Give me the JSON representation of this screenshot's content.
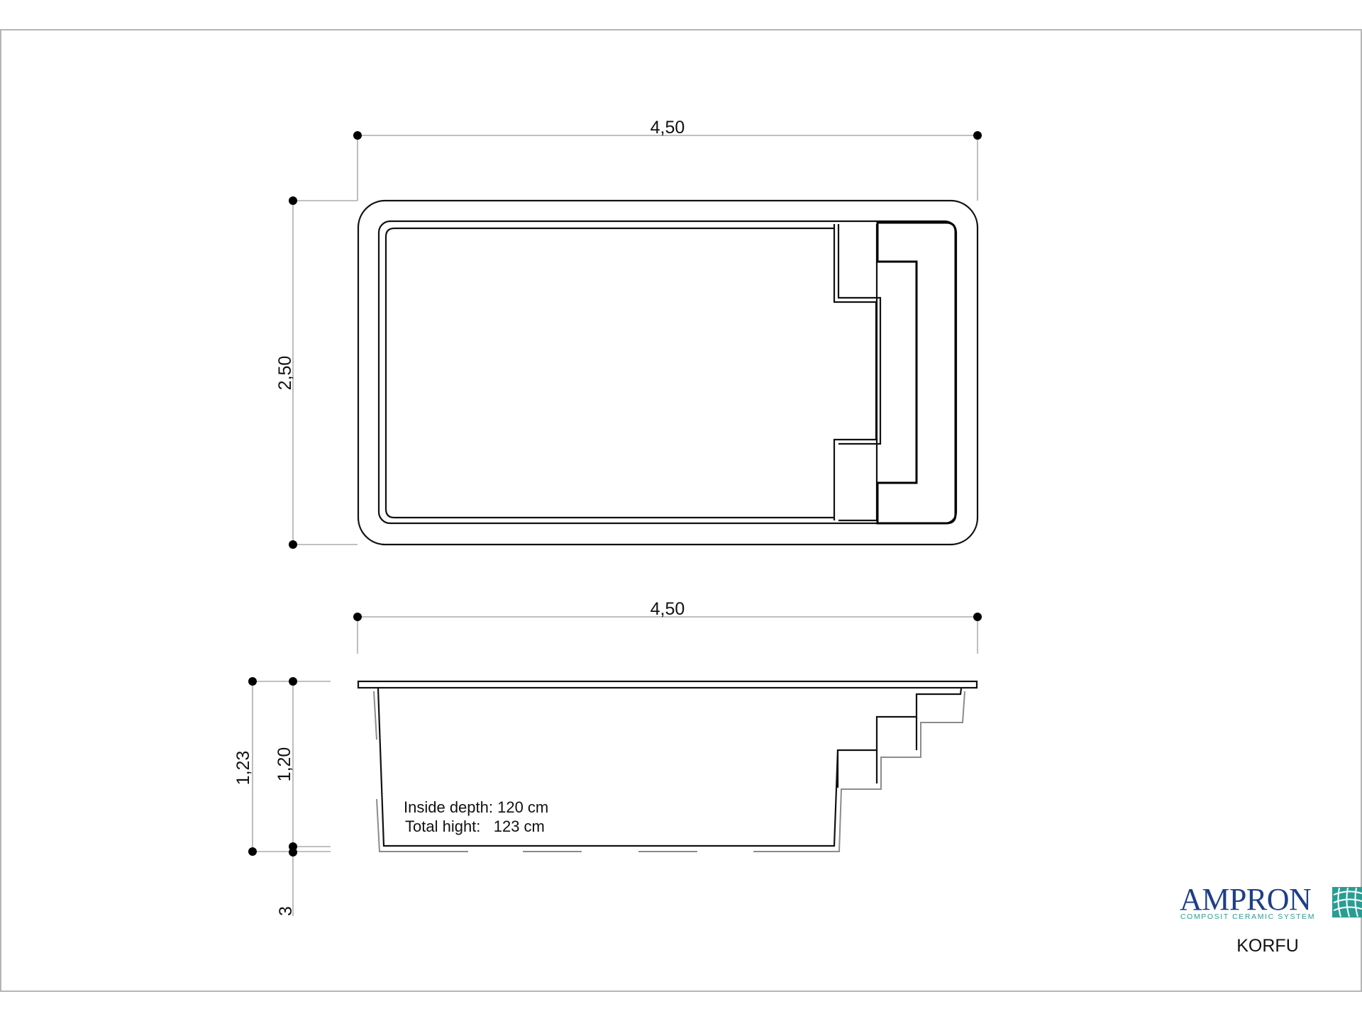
{
  "plan_view": {
    "length_label": "4,50",
    "width_label": "2,50"
  },
  "section_view": {
    "length_label": "4,50",
    "total_height_label": "1,23",
    "inside_depth_label": "1,20",
    "rim_label": "3",
    "note_depth": "Inside depth: 120 cm",
    "note_height": "Total hight:   123 cm"
  },
  "brand": {
    "name": "AMPRON",
    "tagline": "COMPOSIT CERAMIC SYSTEM",
    "model": "KORFU",
    "logo_color": "#2a9d93",
    "text_color": "#1f3f86"
  }
}
